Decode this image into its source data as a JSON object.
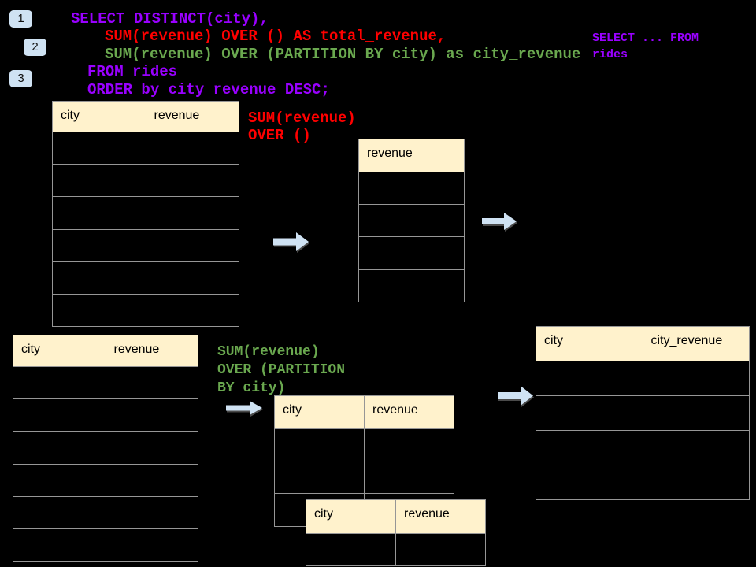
{
  "badges": {
    "step1": "1",
    "step2": "2",
    "step3": "3"
  },
  "sql": {
    "line1": "SELECT DISTINCT(city),",
    "line2": "SUM(revenue) OVER () AS total_revenue,",
    "line3": "SUM(revenue) OVER (PARTITION BY city) as city_revenue",
    "line4": "FROM rides",
    "line5": "ORDER by city_revenue DESC;"
  },
  "notes": {
    "from_clause": {
      "line1": "SELECT ... FROM",
      "line2": "rides"
    },
    "total_revenue": {
      "line1": "SUM(revenue)",
      "line2": "OVER ()"
    },
    "partition": {
      "line1": "SUM(revenue)",
      "line2": "OVER (PARTITION",
      "line3": "BY city)"
    }
  },
  "tables": {
    "source_top": {
      "headers": [
        "city",
        "revenue"
      ],
      "empty_rows": 6
    },
    "total_result": {
      "headers": [
        "revenue"
      ],
      "empty_rows": 4
    },
    "source_bottom": {
      "headers": [
        "city",
        "revenue"
      ],
      "empty_rows": 6
    },
    "partition_input": {
      "headers": [
        "city",
        "revenue"
      ],
      "empty_rows": 3
    },
    "partition_overlay": {
      "headers": [
        "city",
        "revenue"
      ],
      "empty_rows": 1
    },
    "final_result": {
      "headers": [
        "city",
        "city_revenue"
      ],
      "empty_rows": 4
    }
  },
  "colors": {
    "background": "#000000",
    "sql_purple": "#9900ff",
    "sql_red": "#ff0000",
    "sql_green": "#6aa84f",
    "table_header_bg": "#fff2cc",
    "table_border": "#969696",
    "arrow_fill": "#cfe2f3",
    "badge_bg": "#cfe2f3"
  }
}
